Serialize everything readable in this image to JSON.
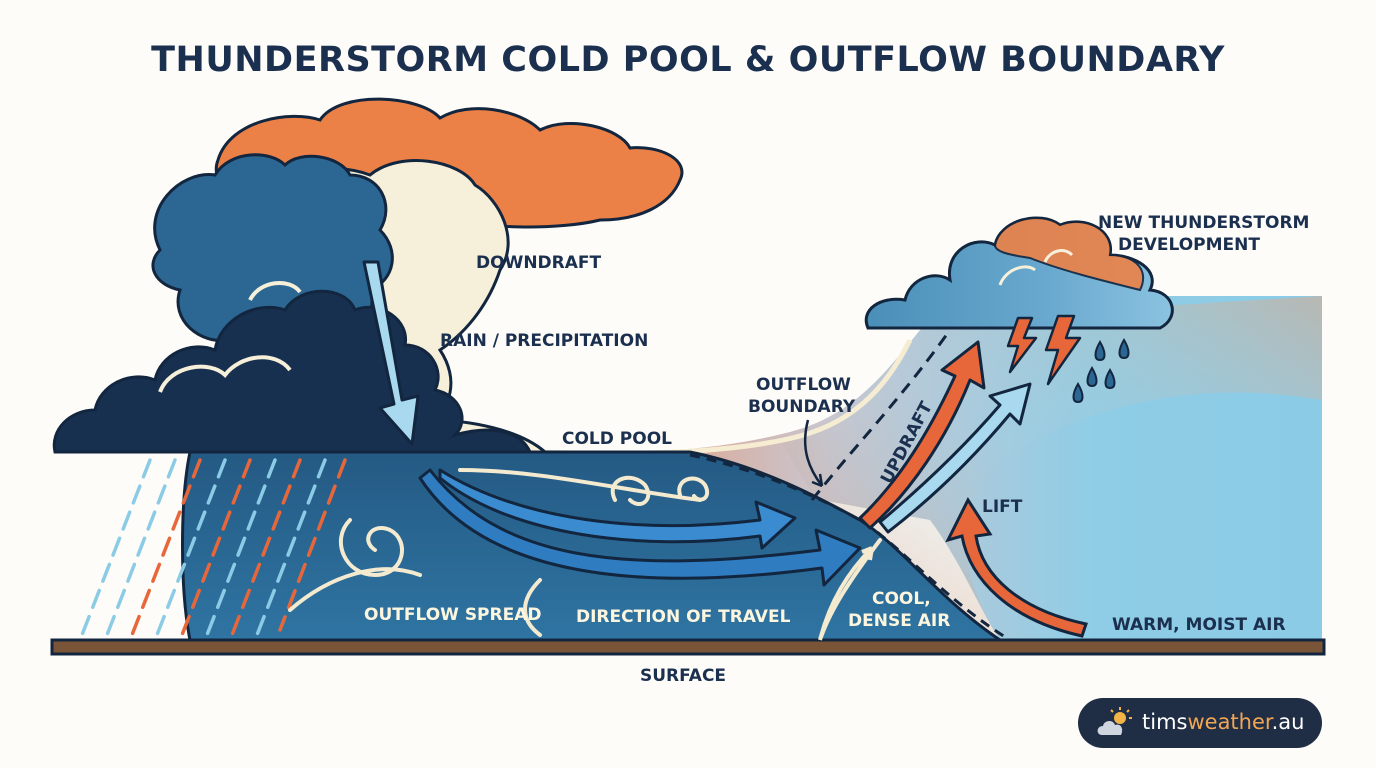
{
  "title": "THUNDERSTORM COLD POOL & OUTFLOW BOUNDARY",
  "labels": {
    "downdraft": "DOWNDRAFT",
    "rain": "RAIN / PRECIPITATION",
    "cold_pool": "COLD POOL",
    "outflow_boundary_1": "OUTFLOW",
    "outflow_boundary_2": "BOUNDARY",
    "new_storm_1": "NEW THUNDERSTORM",
    "new_storm_2": "DEVELOPMENT",
    "updraft": "UPDRAFT",
    "lift": "LIFT",
    "outflow_spread": "OUTFLOW SPREAD",
    "direction_of_travel": "DIRECTION OF TRAVEL",
    "cool_dense_1": "COOL,",
    "cool_dense_2": "DENSE AIR",
    "warm_moist": "WARM, MOIST AIR",
    "surface": "SURFACE"
  },
  "logo": {
    "prefix": "tims",
    "highlight": "weather",
    "suffix": ".au",
    "icon": "sun-cloud-icon"
  },
  "colors": {
    "navy": "#1b2f4f",
    "cold_pool_blue": "#2d6a94",
    "warm_orange": "#e8673a",
    "sky_blue": "#8ccbe6",
    "cream": "#f7f0d8"
  }
}
